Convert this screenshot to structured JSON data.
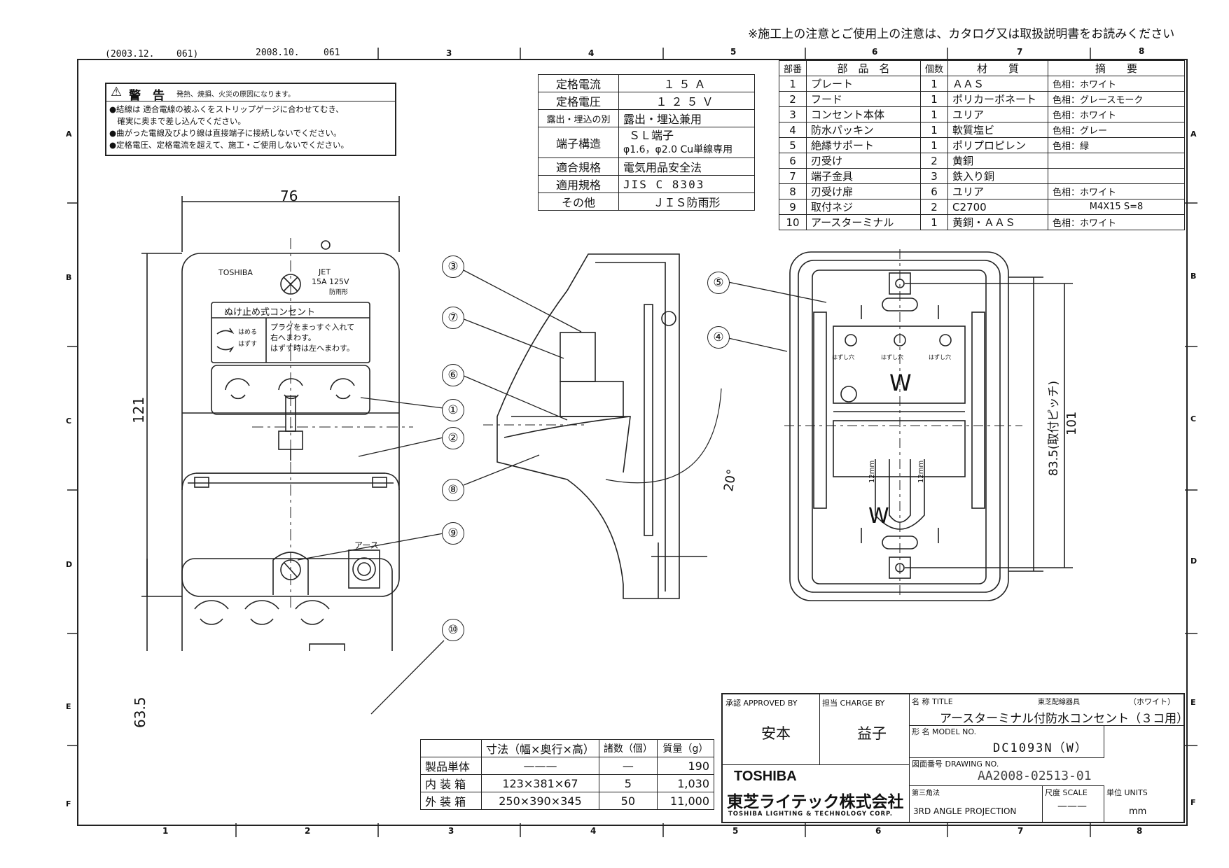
{
  "header": {
    "notice": "※施工上の注意とご使用上の注意は、カタログ又は取扱説明書をお読みください",
    "revisions": [
      "(2003.12.",
      "061)",
      "2008.10.",
      "061"
    ]
  },
  "grid": {
    "columns": [
      "1",
      "2",
      "3",
      "4",
      "5",
      "6",
      "7",
      "8"
    ],
    "rows": [
      "A",
      "B",
      "C",
      "D",
      "E",
      "F"
    ]
  },
  "warning": {
    "title": "警　告",
    "subtitle": "発熱、焼損、火災の原因になります。",
    "lines": [
      "●結線は 適合電線の被ふくをストリップゲージに合わせてむき、",
      "　確実に奥まで差し込んでください。",
      "●曲がった電線及びより線は直接端子に接続しないでください。",
      "●定格電圧、定格電流を超えて、施工・ご使用しないでください。"
    ]
  },
  "ratings": [
    {
      "label": "定格電流",
      "value": "１５Ａ"
    },
    {
      "label": "定格電圧",
      "value": "１２５Ｖ"
    },
    {
      "label": "露出・埋込の別",
      "value": "露出・埋込兼用"
    },
    {
      "label": "端子構造",
      "value": "ＳＬ端子",
      "value2": "φ1.6，φ2.0 Cu単線専用"
    },
    {
      "label": "適合規格",
      "value": "電気用品安全法"
    },
    {
      "label": "適用規格",
      "value": "JIS C 8303"
    },
    {
      "label": "その他",
      "value": "ＪＩＳ防雨形"
    }
  ],
  "parts": {
    "headers": [
      "部番",
      "部　品　名",
      "個数",
      "材　　質",
      "摘　　要"
    ],
    "rows": [
      [
        "1",
        "プレート",
        "1",
        "ＡＡＳ",
        "色相：ホワイト"
      ],
      [
        "2",
        "フード",
        "1",
        "ポリカーボネート",
        "色相：グレースモーク"
      ],
      [
        "3",
        "コンセント本体",
        "1",
        "ユリア",
        "色相：ホワイト"
      ],
      [
        "4",
        "防水パッキン",
        "1",
        "軟質塩ビ",
        "色相：グレー"
      ],
      [
        "5",
        "絶縁サポート",
        "1",
        "ポリプロピレン",
        "色相：緑"
      ],
      [
        "6",
        "刃受け",
        "2",
        "黄銅",
        ""
      ],
      [
        "7",
        "端子金具",
        "3",
        "鉄入り銅",
        ""
      ],
      [
        "8",
        "刃受け扉",
        "6",
        "ユリア",
        "色相：ホワイト"
      ],
      [
        "9",
        "取付ネジ",
        "2",
        "C2700",
        "M4X15 S=8"
      ],
      [
        "10",
        "アースターミナル",
        "1",
        "黄銅・ＡＡＳ",
        "色相：ホワイト"
      ]
    ]
  },
  "front_view": {
    "brand": "TOSHIBA",
    "jet": "JET",
    "rating": "15A  125V",
    "type": "防雨形",
    "label_title": "ぬけ止め式コンセント",
    "insert": "はめる",
    "remove": "はずす",
    "instr": [
      "プラグをまっすぐ入れて",
      "右へまわす。",
      "はずす時は左へまわす。"
    ],
    "earth": "アース"
  },
  "dimensions": {
    "width": "76",
    "height": "121",
    "depth": "63.5",
    "angle": "20°",
    "pitch": "83.5(取付ピッチ)",
    "inner_height": "101",
    "blade": "12mm",
    "w_mark": "W",
    "release": "はずし穴"
  },
  "callouts": [
    "①",
    "②",
    "③",
    "④",
    "⑤",
    "⑥",
    "⑦",
    "⑧",
    "⑨",
    "⑩"
  ],
  "packaging": {
    "headers": [
      "",
      "寸法（幅×奥行×高）",
      "諸数（個）",
      "質量（g）"
    ],
    "rows": [
      [
        "製品単体",
        "———",
        "—",
        "190"
      ],
      [
        "内 装 箱",
        "123×381×67",
        "5",
        "1,030"
      ],
      [
        "外 装 箱",
        "250×390×345",
        "50",
        "11,000"
      ]
    ]
  },
  "title_block": {
    "approved_label": "承認 APPROVED BY",
    "approved": "安本",
    "charge_label": "担当 CHARGE BY",
    "charge": "益子",
    "title_label": "名 称 TITLE",
    "category": "東芝配線器具",
    "color": "（ホワイト）",
    "title": "アースターミナル付防水コンセント（３コ用）",
    "model_label": "形 名 MODEL NO.",
    "model": "DC1093N（W）",
    "drawing_label": "図面番号 DRAWING NO.",
    "drawing": "AA2008-02513-01",
    "company_en": "TOSHIBA",
    "company_jp": "東芝ライテック株式会社",
    "company_full": "TOSHIBA LIGHTING & TECHNOLOGY CORP.",
    "projection_label": "第三角法",
    "projection": "3RD ANGLE PROJECTION",
    "scale_label": "尺度 SCALE",
    "scale": "———",
    "units_label": "単位 UNITS",
    "units": "mm"
  }
}
